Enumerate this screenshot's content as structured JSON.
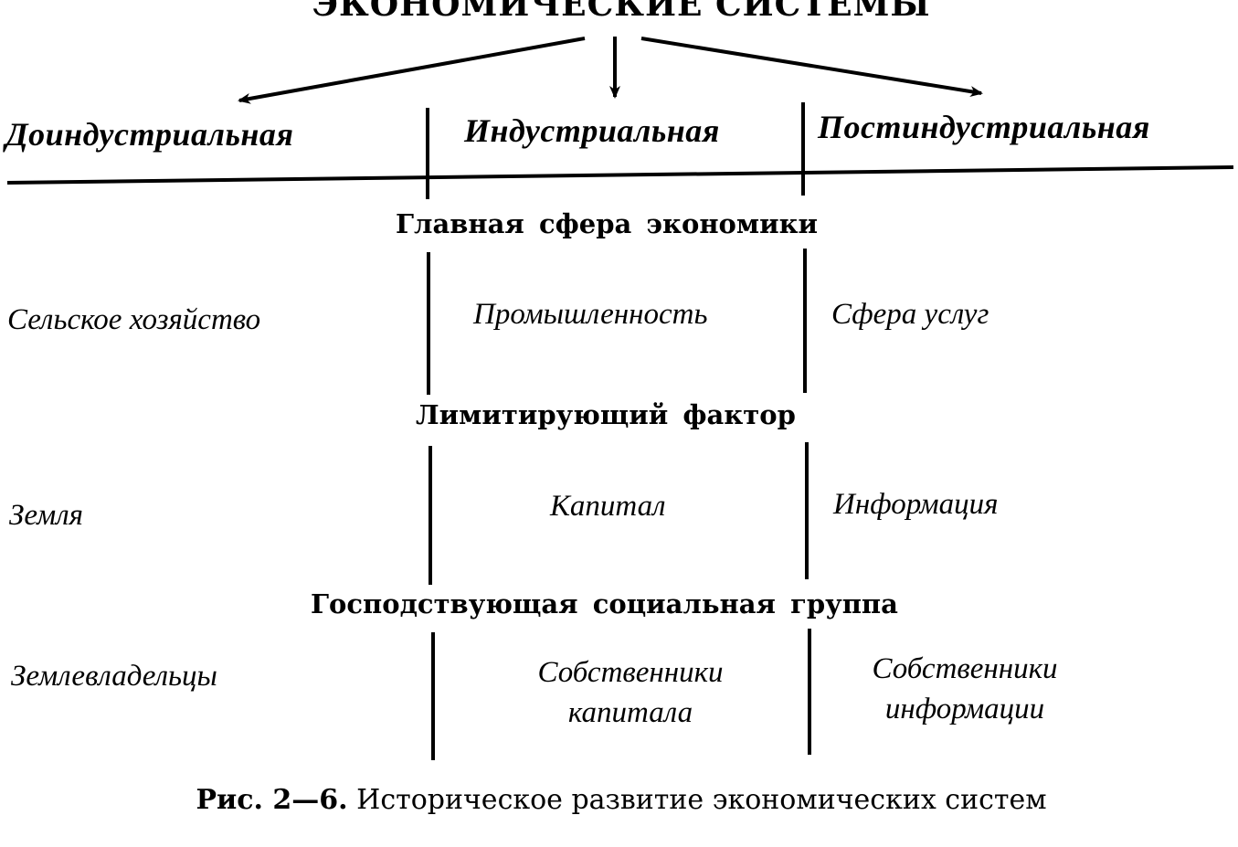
{
  "title": "ЭКОНОМИЧЕСКИЕ СИСТЕМЫ",
  "columns": [
    "Доиндустриальная",
    "Индустриальная",
    "Постиндустриальная"
  ],
  "sections": [
    {
      "heading": "Главная сфера экономики",
      "cells": [
        "Сельское хозяйство",
        "Промышленность",
        "Сфера услуг"
      ]
    },
    {
      "heading": "Лимитирующий фактор",
      "cells": [
        "Земля",
        "Капитал",
        "Информация"
      ]
    },
    {
      "heading": "Господствующая социальная группа",
      "cells": [
        "Землевладельцы",
        "Собственники капитала",
        "Собственники информации"
      ]
    }
  ],
  "caption": {
    "label": "Рис. 2—6.",
    "text": "Историческое развитие экономических систем"
  }
}
